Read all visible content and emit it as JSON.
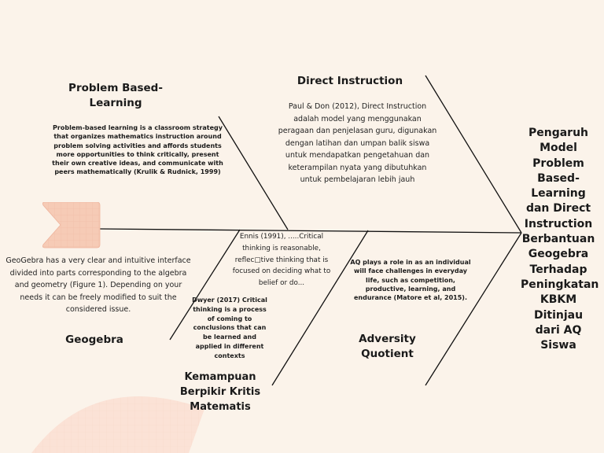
{
  "effect": {
    "title": "Pengaruh Model Problem Based-Learning dan Direct Instruction Berbantuan Geogebra Terhadap Peningkatan KBKM Ditinjau dari AQ Siswa"
  },
  "causes": {
    "pbl": {
      "heading": "Problem Based-Learning",
      "text": "Problem-based learning is a classroom strategy that organizes mathematics instruction around problem solving activities and affords students more opportunities to think critically, present their own creative ideas, and communicate with peers mathematically (Krulik & Rudnick, 1999)"
    },
    "direct_instruction": {
      "heading": "Direct Instruction",
      "text": "Paul & Don (2012), Direct Instruction adalah model yang menggunakan peragaan dan penjelasan guru, digunakan dengan latihan dan umpan balik siswa untuk mendapatkan pengetahuan dan keterampilan nyata yang dibutuhkan untuk pembelajaran lebih jauh"
    },
    "geogebra": {
      "heading": "Geogebra",
      "text": "GeoGebra has a very clear and intuitive interface divided into parts corresponding to the algebra and geometry (Figure 1). Depending on your needs it can be freely modified to suit the considered issue."
    },
    "kbkm": {
      "heading": "Kemampuan Berpikir Kritis Matematis",
      "text_ennis": "Ennis (1991), .....Critical thinking is reasonable, reflec□tive thinking that is focused on deciding what to belief or do...",
      "text_dwyer": "Dwyer (2017) Critical thinking is a process of coming to conclusions that can be learned and applied in different contexts"
    },
    "aq": {
      "heading": "Adversity Quotient",
      "text": "AQ plays a role in as an individual will face challenges in everyday life, such as competition, productive, learning, and endurance (Matore et al, 2015)."
    }
  },
  "colors": {
    "background": "#fbf3ea",
    "tail": "#f6cbb6",
    "arc": "#fbe2d6",
    "line": "#111111"
  }
}
